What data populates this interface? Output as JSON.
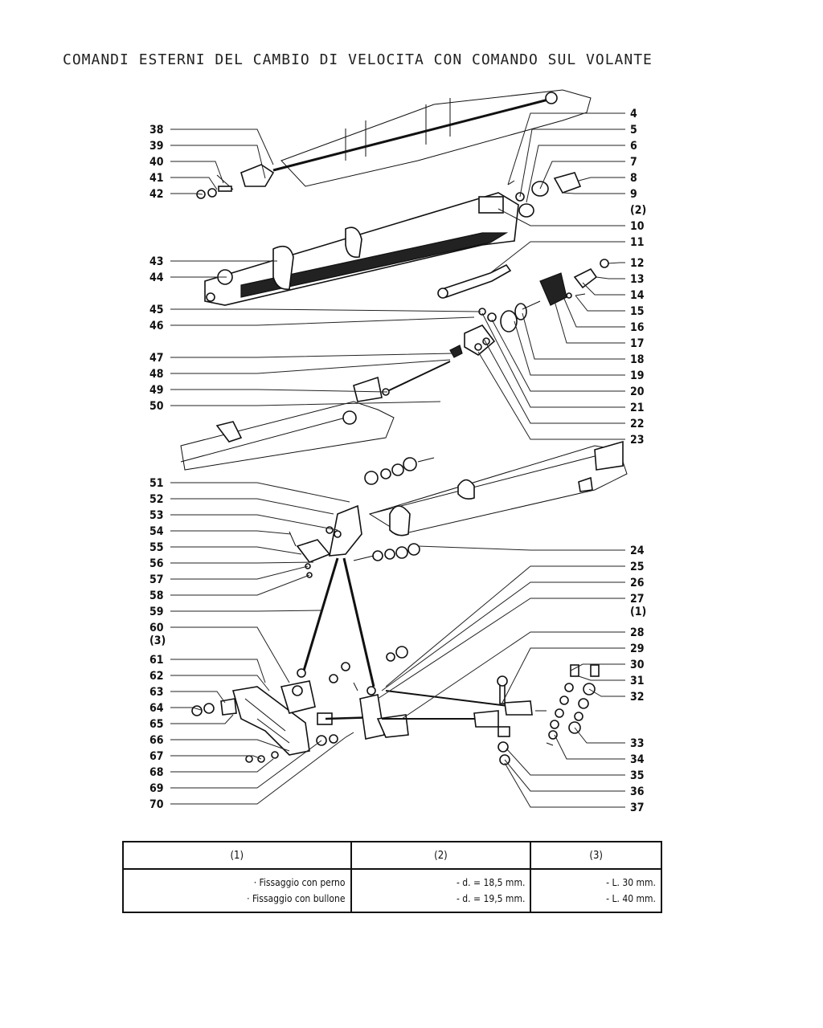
{
  "title": "COMANDI ESTERNI DEL CAMBIO DI VELOCITA CON COMANDO SUL VOLANTE",
  "labels_left": [
    "38",
    "39",
    "40",
    "41",
    "42",
    "43",
    "44",
    "45",
    "46",
    "47",
    "48",
    "49",
    "50",
    "51",
    "52",
    "53",
    "54",
    "55",
    "56",
    "57",
    "58",
    "59",
    "60",
    "(3)",
    "61",
    "62",
    "63",
    "64",
    "65",
    "66",
    "67",
    "68",
    "69",
    "70"
  ],
  "labels_right": [
    "4",
    "5",
    "6",
    "7",
    "8",
    "9",
    "(2)",
    "10",
    "11",
    "12",
    "13",
    "14",
    "15",
    "16",
    "17",
    "18",
    "19",
    "20",
    "21",
    "22",
    "23",
    "24",
    "25",
    "26",
    "27",
    "(1)",
    "28",
    "29",
    "30",
    "31",
    "32",
    "33",
    "34",
    "35",
    "36",
    "37"
  ],
  "legend": {
    "headers": [
      "(1)",
      "(2)",
      "(3)"
    ],
    "col1": [
      "· Fissaggio con perno",
      "· Fissaggio con bullone"
    ],
    "col2": [
      "- d. = 18,5 mm.",
      "- d. = 19,5 mm."
    ],
    "col3": [
      "- L. 30 mm.",
      "- L. 40 mm."
    ]
  }
}
